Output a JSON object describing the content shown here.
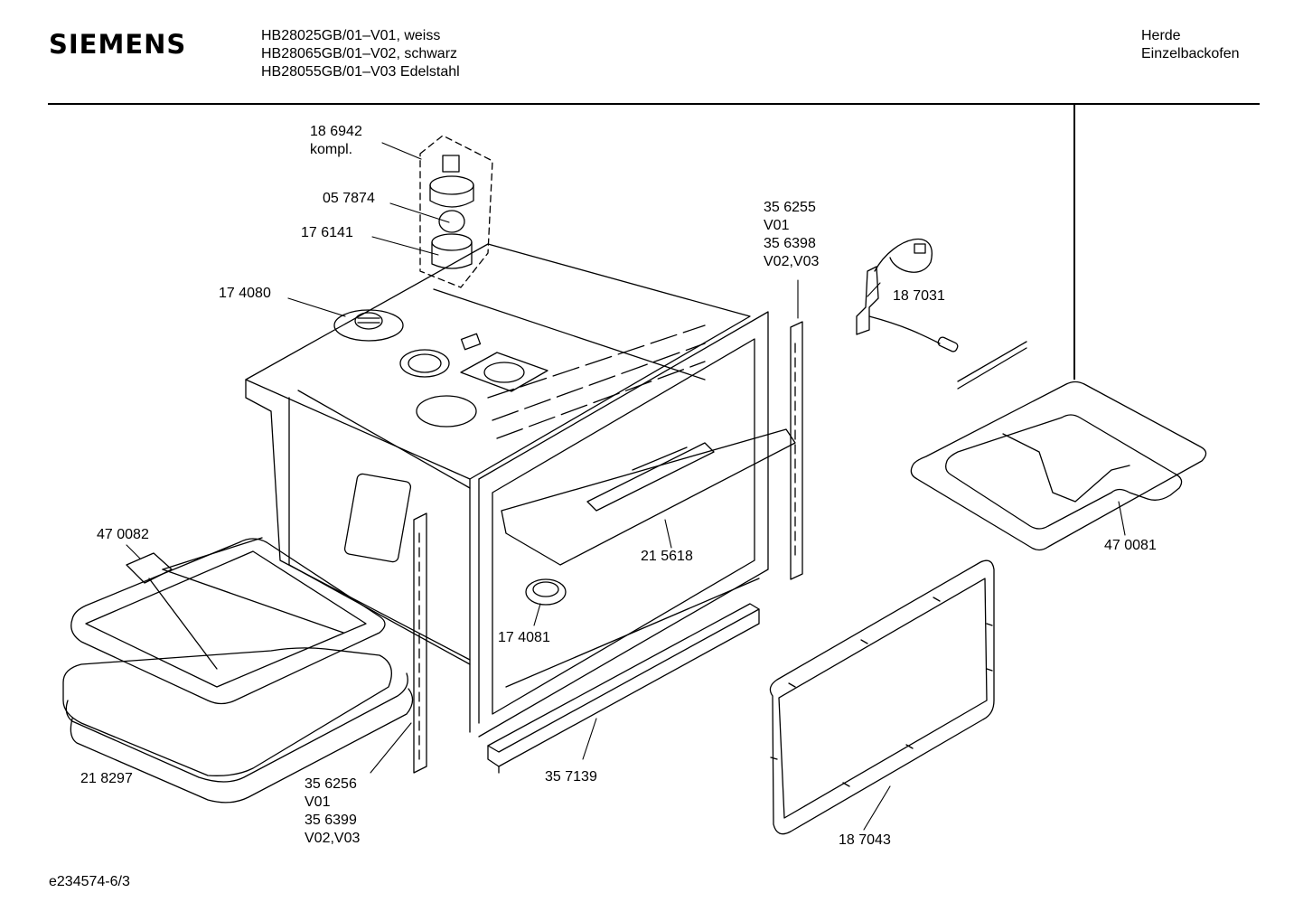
{
  "header": {
    "brand": "SIEMENS",
    "models": [
      "HB28025GB/01–V01, weiss",
      "HB28065GB/01–V02, schwarz",
      "HB28055GB/01–V03 Edelstahl"
    ],
    "category": [
      "Herde",
      "Einzelbackofen"
    ]
  },
  "parts": {
    "p186942": [
      "18 6942",
      "kompl."
    ],
    "p057874": "05 7874",
    "p176141": "17 6141",
    "p174080": "17 4080",
    "p356255": [
      "35 6255",
      "V01",
      "35 6398",
      "V02,V03"
    ],
    "p187031": "18 7031",
    "p470081": "47 0081",
    "p470082": "47 0082",
    "p215618": "21 5618",
    "p174081": "17 4081",
    "p218297": "21 8297",
    "p356256": [
      "35 6256",
      "V01",
      "35 6399",
      "V02,V03"
    ],
    "p357139": "35 7139",
    "p187043": "18 7043"
  },
  "footer": {
    "diagram_id": "e234574-6/3"
  }
}
